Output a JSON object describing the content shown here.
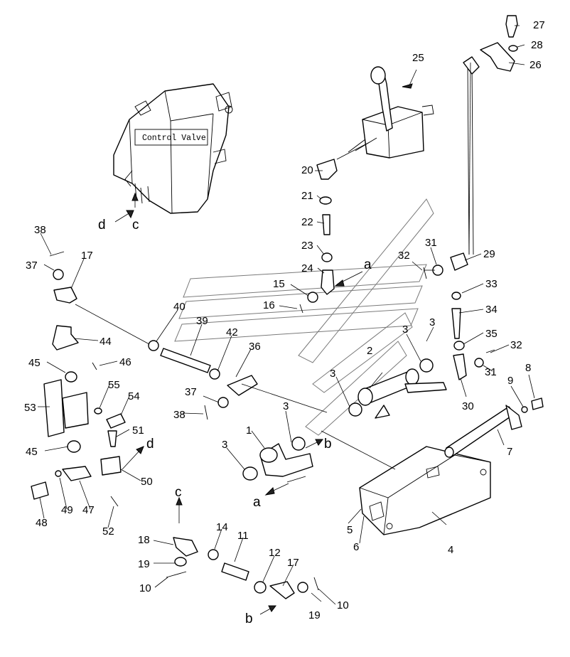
{
  "component_label": "Control Valve",
  "callouts": [
    "1",
    "2",
    "3",
    "3",
    "3",
    "3",
    "3",
    "4",
    "5",
    "6",
    "7",
    "8",
    "9",
    "10",
    "10",
    "11",
    "12",
    "14",
    "15",
    "16",
    "17",
    "17",
    "18",
    "19",
    "19",
    "20",
    "21",
    "22",
    "23",
    "24",
    "25",
    "26",
    "27",
    "28",
    "29",
    "30",
    "31",
    "31",
    "32",
    "32",
    "33",
    "34",
    "35",
    "36",
    "37",
    "37",
    "38",
    "38",
    "39",
    "40",
    "42",
    "44",
    "45",
    "45",
    "46",
    "47",
    "48",
    "49",
    "50",
    "51",
    "52",
    "53",
    "54",
    "55"
  ],
  "connection_markers": [
    "a",
    "a",
    "b",
    "b",
    "c",
    "c",
    "d",
    "d"
  ]
}
